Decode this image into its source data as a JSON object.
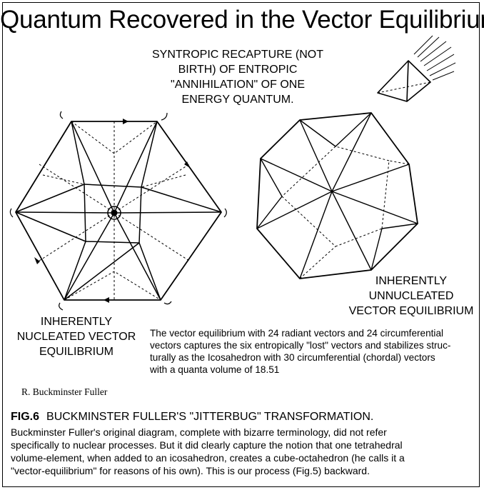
{
  "title": "Quantum Recovered in the Vector Equilibrium",
  "caption_top": [
    "SYNTROPIC RECAPTURE (NOT",
    "BIRTH) OF ENTROPIC",
    "\"ANNIHILATION\" OF ONE",
    "ENERGY QUANTUM."
  ],
  "caption_left": [
    "INHERENTLY",
    "NUCLEATED VECTOR",
    "EQUILIBRIUM"
  ],
  "caption_right": [
    "INHERENTLY",
    "UNNUCLEATED",
    "VECTOR EQUILIBRIUM"
  ],
  "description": [
    "The vector equilibrium with 24 radiant vectors and 24 circumferential",
    "vectors captures the six entropically \"lost\" vectors and stabilizes struc-",
    "turally as the Icosahedron with 30 circumferential (chordal) vectors",
    "with a quanta volume of 18.51"
  ],
  "author": "R. Buckminster Fuller",
  "figure": {
    "label": "FIG.6",
    "title": "BUCKMINSTER FULLER'S \"JITTERBUG\" TRANSFORMATION.",
    "body": [
      "Buckminster Fuller's original diagram, complete with bizarre terminology, did not refer",
      "specifically to nuclear processes.  But it did clearly capture the notion that one tetrahedral",
      "volume-element, when added to an icosahedron, creates a cube-octahedron (he calls it a",
      "\"vector-equilibrium\" for reasons of his own).  This is our process (Fig.5) backward."
    ]
  }
}
